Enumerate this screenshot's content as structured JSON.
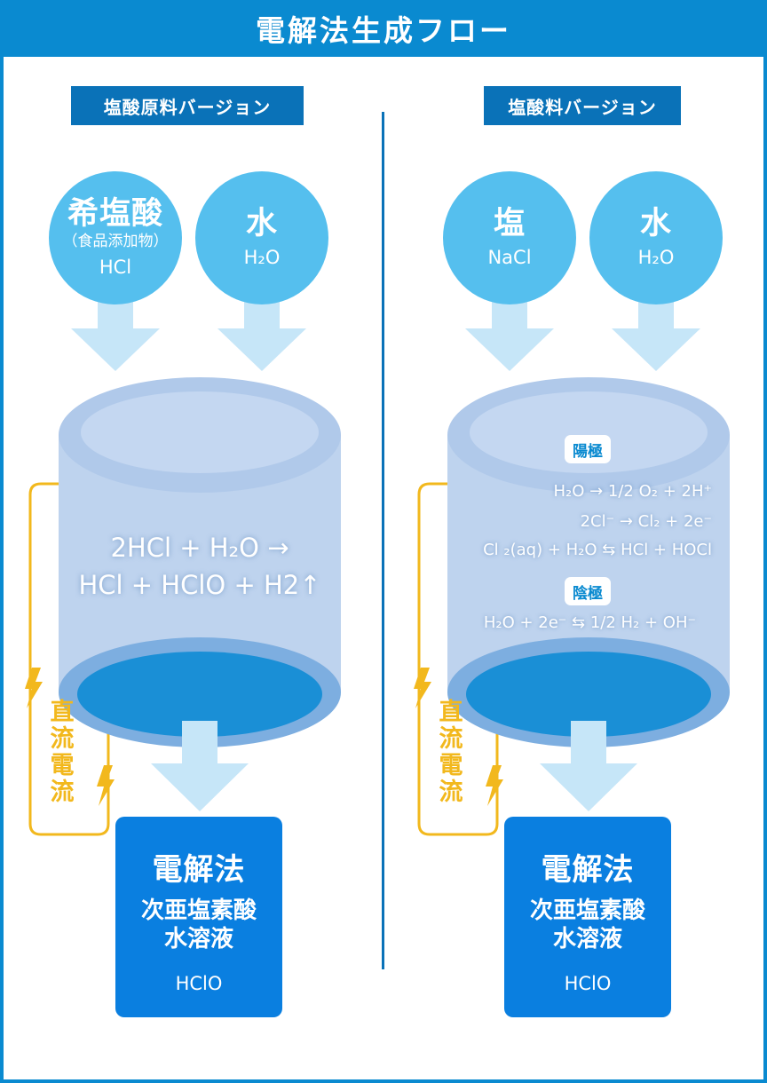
{
  "title": "電解法生成フロー",
  "left": {
    "version_label": "塩酸原料バージョン",
    "input1": {
      "name": "希塩酸",
      "note": "（食品添加物）",
      "formula": "HCl"
    },
    "input2": {
      "name": "水",
      "formula": "H₂O"
    },
    "equation_line1": "2HCl + H₂O →",
    "equation_line2": "HCl + HClO + H2↑",
    "dc_label": [
      "直",
      "流",
      "電",
      "流"
    ],
    "result": {
      "title": "電解法",
      "name_line1": "次亜塩素酸",
      "name_line2": "水溶液",
      "formula": "HClO"
    }
  },
  "right": {
    "version_label": "塩酸料バージョン",
    "input1": {
      "name": "塩",
      "formula": "NaCl"
    },
    "input2": {
      "name": "水",
      "formula": "H₂O"
    },
    "anode_label": "陽極",
    "anode_equations": [
      "H₂O → 1/2 O₂ + 2H⁺",
      "2Cl⁻ → Cl₂ + 2e⁻",
      "Cl ₂(aq) + H₂O ⇆ HCl + HOCl"
    ],
    "cathode_label": "陰極",
    "cathode_equations": [
      "H₂O + 2e⁻ ⇆ 1/2 H₂ + OH⁻"
    ],
    "dc_label": [
      "直",
      "流",
      "電",
      "流"
    ],
    "result": {
      "title": "電解法",
      "name_line1": "次亜塩素酸",
      "name_line2": "水溶液",
      "formula": "HClO"
    }
  },
  "colors": {
    "header": "#0a8ad0",
    "label_bg": "#0a72b8",
    "input_circle": "#55bfee",
    "arrow": "#c6e6f8",
    "tank_body": "#bed3ee",
    "tank_water": "#1a8fd6",
    "current_line": "#f2b81d",
    "result_box": "#0a7fe0"
  }
}
